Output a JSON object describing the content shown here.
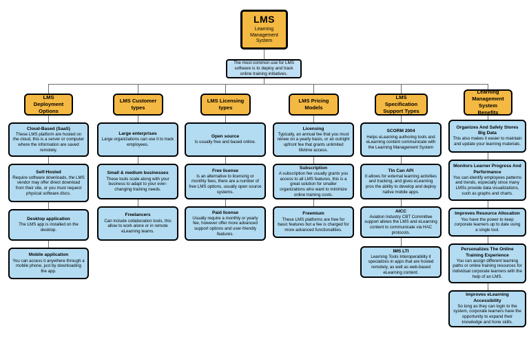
{
  "diagram": {
    "root": {
      "title": "LMS",
      "subtitle": "Learning Management System"
    },
    "note": "The most common use for LMS software is to deploy and track online training initiatives.",
    "columns": [
      {
        "id": "deployment",
        "header": "LMS Deployment Options",
        "items": [
          {
            "title": "Cloud-Based (SaaS)",
            "desc": "These  LMS platform are hosted on the cloud,  this is a server or computer where  the information are saved remotely."
          },
          {
            "title": "Self-Hosted",
            "desc": "Require software downloads, the LMS vendor may offer direct download from their site, or you must request physical software discs."
          },
          {
            "title": "Desktop application",
            "desc": "The LMS app is installed on the desktop."
          },
          {
            "title": "Mobile application",
            "desc": "You can access it anywhere through a mobile phone, just by downloading the app."
          }
        ]
      },
      {
        "id": "customer-types",
        "header": "LMS Customer types",
        "items": [
          {
            "title": "Large enterprises",
            "desc": "Large organizations can use it to track employees."
          },
          {
            "title": "Small & medium businesses",
            "desc": "These tools scale along with your business to adapt to your ever-changing training needs."
          },
          {
            "title": "Freelancers",
            "desc": "Can include collaboration tools, this allow to work alone or in remote eLearning teams."
          }
        ]
      },
      {
        "id": "licensing-types",
        "header": "LMS Licensing types",
        "items": [
          {
            "title": "Open source",
            "desc": "Is usually free and based online."
          },
          {
            "title": "Free license",
            "desc": "Is an alternative to licensing or monthly fees, there are a number of free LMS options, usually open source systems."
          },
          {
            "title": "Paid license",
            "desc": "Usually require a monthly or yearly fee, however offer more advanced support options and user-friendly features."
          }
        ]
      },
      {
        "id": "pricing-models",
        "header": "LMS Pricing Models",
        "items": [
          {
            "title": "Licensing",
            "desc": "Typically, an annual fee that you must renew on a yearly basis, or an outright upfront fee that grants unlimited lifetime access."
          },
          {
            "title": "Subscription",
            "desc": "A subscription fee usually grants you access to all LMS features, this is a great solution for smaller organizations who want to minimize online training costs."
          },
          {
            "title": "Freemium",
            "desc": "These LMS platforms are free for basic features but a fee is charged for more advanced functionalities."
          }
        ]
      },
      {
        "id": "specification-support",
        "header": "LMS Specification Support Types",
        "items": [
          {
            "title": "SCORM 2004",
            "desc": "Helps eLearning authoring tools and eLearning content communicate with the Learning Management System"
          },
          {
            "title": "Tin Can API",
            "desc": "It allows for external learning activities and tracking, and gives eLearning pros the ability to develop and deploy native mobile apps."
          },
          {
            "title": "AICC",
            "desc": "Aviation Industry CBT Committee support allows the LMS and eLearning content to communicate via HAC protocols."
          },
          {
            "title": "IMS LTI",
            "desc": "Learning Tools Interoperability it specializes in apps that are hosted remotely, as well as web-based eLearning content."
          }
        ]
      },
      {
        "id": "benefits",
        "header": "Learning Management System Benefits",
        "items": [
          {
            "title": "Organizes And Safely Stores Big Data",
            "desc": "This also makes it easier to maintain and update your learning materials."
          },
          {
            "title": "Monitors Learner Progress And Performance",
            "desc": "You can identify employees patterns and trends, especially since many LMSs provide data visualizations, such as graphs and charts."
          },
          {
            "title": "Improves Resource Allocation",
            "desc": "You have the power to keep corporate learners up to date using a single tool."
          },
          {
            "title": "Personalizes The Online Training Experience",
            "desc": "You can assign different learning paths or online training resources for individual corporate learners with the help of an LMS."
          },
          {
            "title": "Improves eLearning Accessibility",
            "desc": "So long as they can login to the system, corporate learners have the opportunity to expand their knowledge and hone skills."
          }
        ]
      }
    ],
    "colors": {
      "accent_orange": "#F4B942",
      "leaf_blue": "#B3DCF2",
      "note_blue": "#BFDFF4",
      "border": "#000000",
      "connector": "#6B6B6B",
      "background": "#FFFFFF"
    }
  }
}
